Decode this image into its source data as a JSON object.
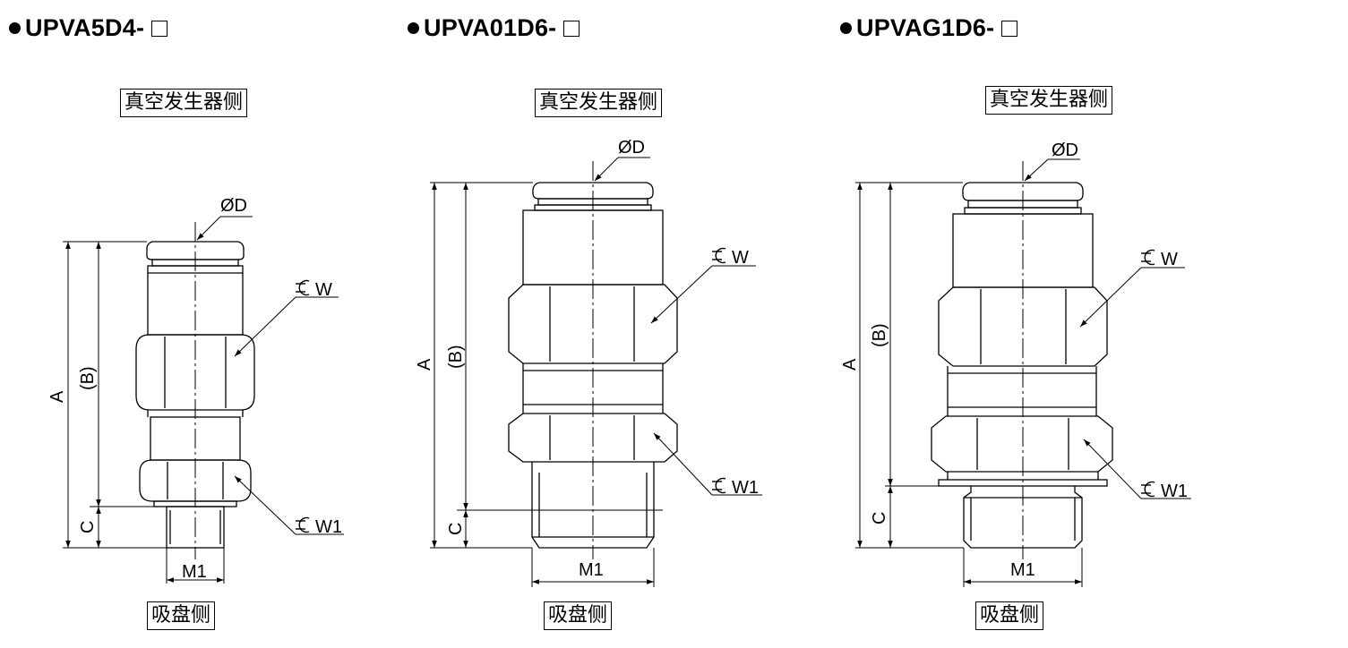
{
  "parts": [
    {
      "id": "upva5d4",
      "title": "UPVA5D4-",
      "top_tag": "真空发生器侧",
      "bottom_tag": "吸盘侧",
      "dims": {
        "D": "ØD",
        "W": "W",
        "W1": "W1",
        "A": "A",
        "B": "(B)",
        "C": "C",
        "M1": "M1"
      }
    },
    {
      "id": "upva01d6",
      "title": "UPVA01D6-",
      "top_tag": "真空发生器侧",
      "bottom_tag": "吸盘侧",
      "dims": {
        "D": "ØD",
        "W": "W",
        "W1": "W1",
        "A": "A",
        "B": "(B)",
        "C": "C",
        "M1": "M1"
      }
    },
    {
      "id": "upvag1d6",
      "title": "UPVAG1D6-",
      "top_tag": "真空发生器侧",
      "bottom_tag": "吸盘侧",
      "dims": {
        "D": "ØD",
        "W": "W",
        "W1": "W1",
        "A": "A",
        "B": "(B)",
        "C": "C",
        "M1": "M1"
      }
    }
  ]
}
